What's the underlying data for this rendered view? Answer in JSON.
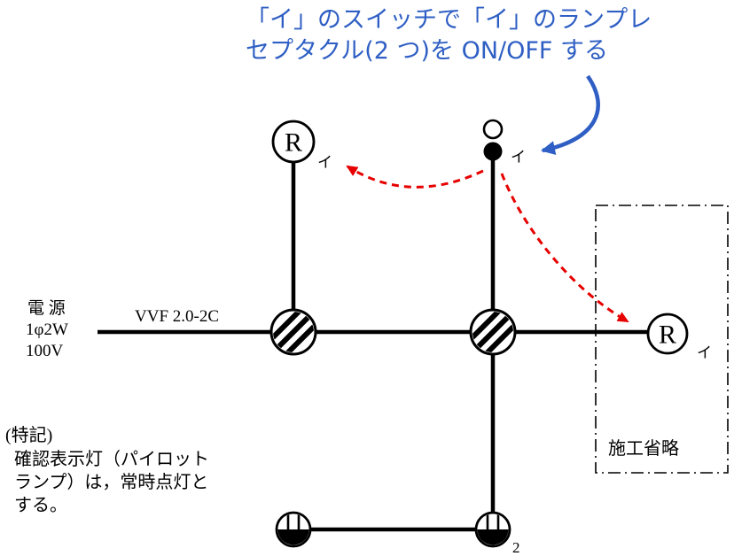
{
  "annotation": {
    "line1": "「イ」のスイッチで「イ」のランプレ",
    "line2": "セプタクル(2 つ)を ON/OFF する"
  },
  "power_source": {
    "line1": "電 源",
    "line2": "1φ2W",
    "line3": "100V"
  },
  "cable_label": "VVF 2.0-2C",
  "lamp_receptacle_top": {
    "symbol": "R",
    "label": "イ"
  },
  "lamp_receptacle_right": {
    "symbol": "R",
    "label": "イ"
  },
  "switch": {
    "label": "イ"
  },
  "outlet": {
    "count_label": "2"
  },
  "omission_box": {
    "label": "施工省略"
  },
  "note": {
    "line1": "(特記)",
    "line2": "確認表示灯（パイロット",
    "line3": "ランプ）は，常時点灯と",
    "line4": "する。"
  },
  "colors": {
    "annotation_blue": "#2f5fc4",
    "arrow_red": "#e60000",
    "line_black": "#000000"
  }
}
